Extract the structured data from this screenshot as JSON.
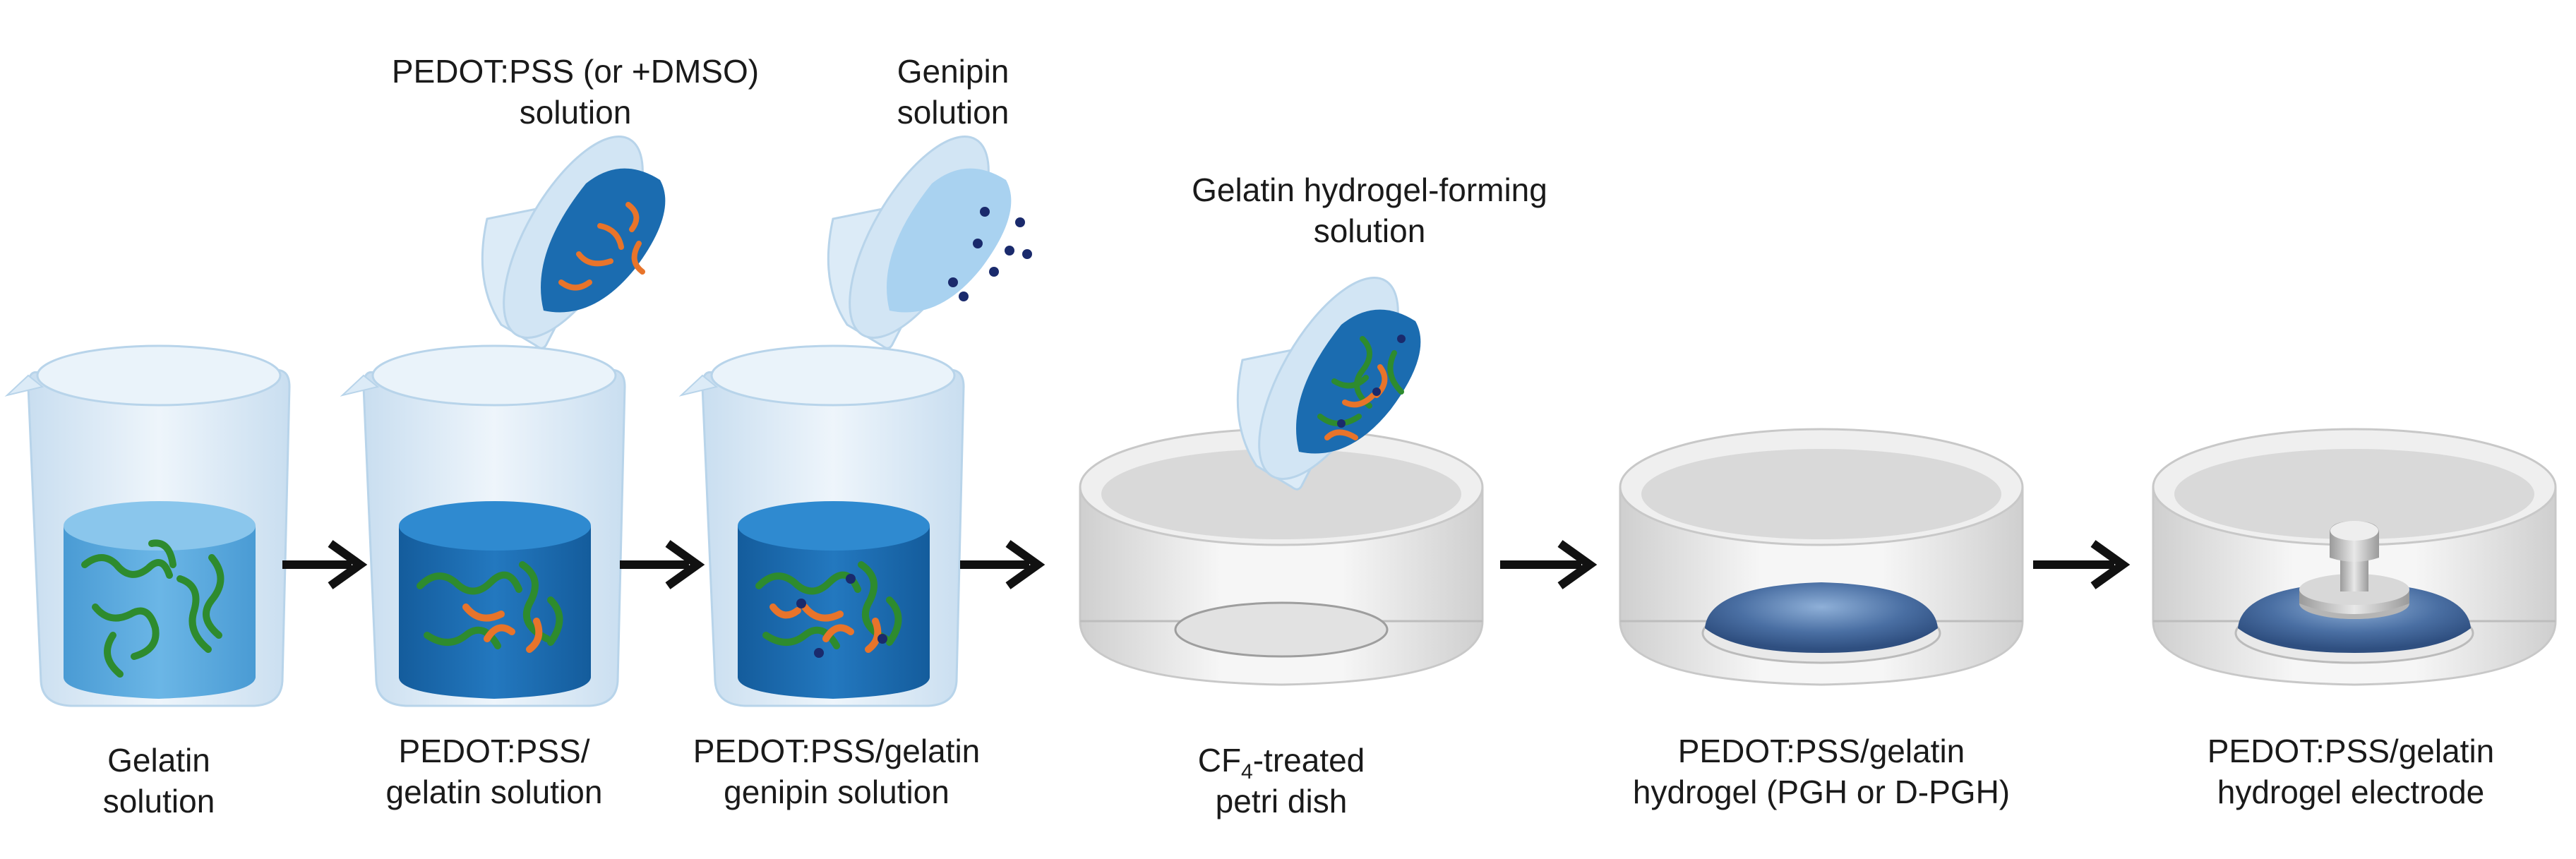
{
  "steps": [
    {
      "label_lines": [
        "Gelatin",
        "solution"
      ]
    },
    {
      "label_lines": [
        "PEDOT:PSS/",
        "gelatin solution"
      ]
    },
    {
      "label_lines": [
        "PEDOT:PSS/gelatin",
        "genipin solution"
      ]
    },
    {
      "label_prefix": "CF",
      "label_sub": "4",
      "label_suffix": "-treated",
      "label_line2": "petri dish"
    },
    {
      "label_lines": [
        "PEDOT:PSS/gelatin",
        "hydrogel (PGH or D-PGH)"
      ]
    },
    {
      "label_lines": [
        "PEDOT:PSS/gelatin",
        "hydrogel electrode"
      ]
    }
  ],
  "pour_labels": {
    "pedot": [
      "PEDOT:PSS (or +DMSO)",
      "solution"
    ],
    "genipin": [
      "Genipin",
      "solution"
    ],
    "gelatin_forming": [
      "Gelatin hydrogel-forming",
      "solution"
    ]
  },
  "colors": {
    "glass": "#dcebf7",
    "glass_edge": "#b8d4ea",
    "light_liquid": "#5aa8dc",
    "dark_liquid": "#1b6cb0",
    "gelatin_strand": "#2e8b2e",
    "pedot_strand": "#e8742a",
    "genipin_dot": "#1a2a6c",
    "dish": "#e4e4e4",
    "hydrogel": "#3f6496",
    "arrow": "#111111"
  }
}
